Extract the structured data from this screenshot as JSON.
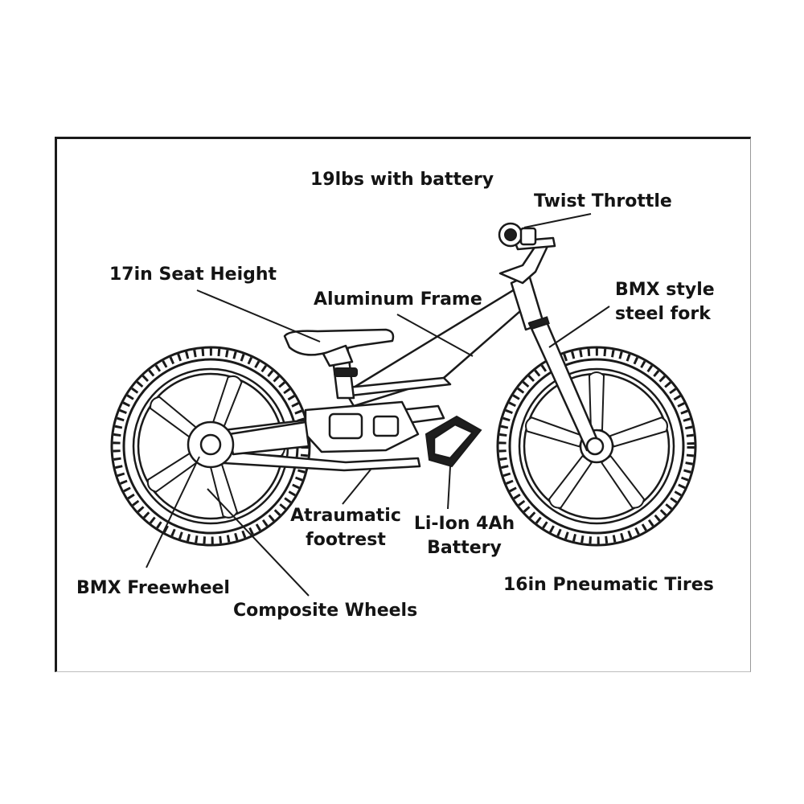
{
  "labels": {
    "weight": "19lbs with battery",
    "throttle": "Twist Throttle",
    "seat_height": "17in Seat Height",
    "frame": "Aluminum Frame",
    "fork_line1": "BMX style",
    "fork_line2": "steel fork",
    "footrest_line1": "Atraumatic",
    "footrest_line2": "footrest",
    "battery_line1": "Li-Ion 4Ah",
    "battery_line2": "Battery",
    "tires": "16in Pneumatic Tires",
    "freewheel": "BMX Freewheel",
    "wheels": "Composite Wheels"
  },
  "icons": {
    "rear_wheel": "rear-wheel-icon",
    "front_wheel": "front-wheel-icon",
    "frame": "bike-frame-icon",
    "seat": "seat-icon",
    "handlebar": "handlebar-icon",
    "battery": "battery-icon",
    "motor": "motor-icon"
  },
  "colors": {
    "ink": "#1a1a1a",
    "paper": "#ffffff"
  }
}
